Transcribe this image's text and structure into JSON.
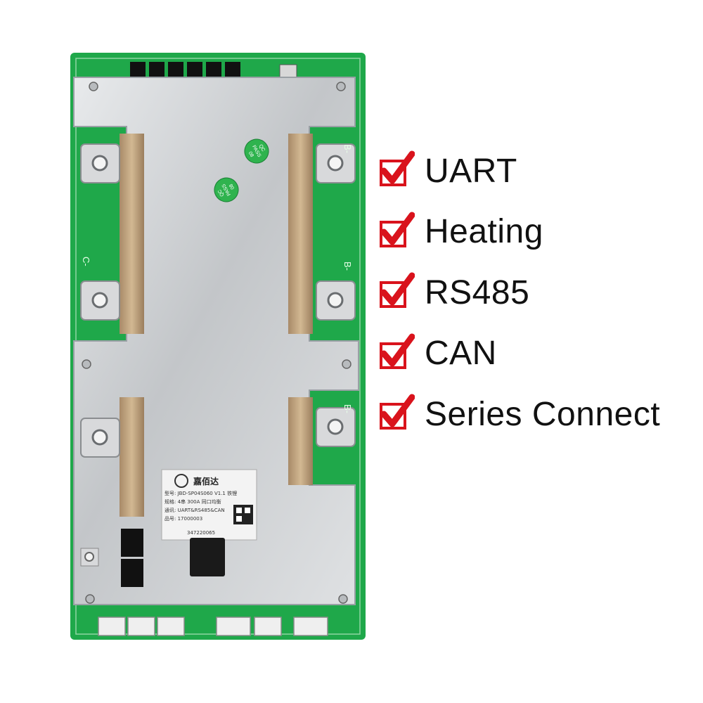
{
  "colors": {
    "pcb_green": "#1fa84a",
    "plate_silver": "#c9cccf",
    "check_red": "#d9131c",
    "text": "#111111"
  },
  "product": {
    "brand": "嘉佰达",
    "model_line": "型号: JBD-SP04S060 V1.1  铁锂",
    "spec_line": "规格: 4串 300A 同口均衡",
    "comm_line": "通讯: UART&RS485&CAN",
    "part_line": "品号: 17000003",
    "serial": "347220065",
    "qc_stamp_top": "QC",
    "qc_stamp_mid": "PASS",
    "qc_stamp_bottom": "08",
    "terminal_b": "B-",
    "terminal_c": "C-"
  },
  "features": [
    {
      "label": "UART",
      "icon": "red-checkbox-icon"
    },
    {
      "label": "Heating",
      "icon": "red-checkbox-icon"
    },
    {
      "label": "RS485",
      "icon": "red-checkbox-icon"
    },
    {
      "label": "CAN",
      "icon": "red-checkbox-icon"
    },
    {
      "label": "Series Connect",
      "icon": "red-checkbox-icon"
    }
  ]
}
